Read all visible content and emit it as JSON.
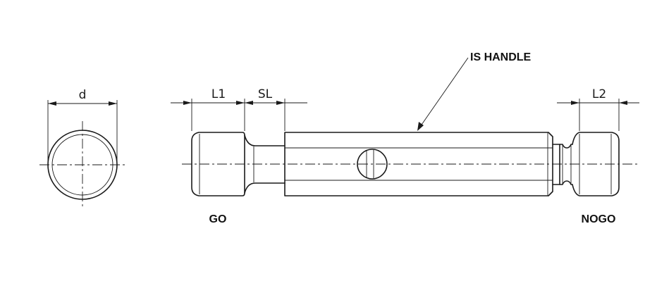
{
  "labels": {
    "d": "d",
    "l1": "L1",
    "sl": "SL",
    "l2": "L2",
    "handle": "IS HANDLE",
    "go": "GO",
    "nogo": "NOGO"
  },
  "colors": {
    "line": "#1a1a1a",
    "background": "#ffffff"
  }
}
